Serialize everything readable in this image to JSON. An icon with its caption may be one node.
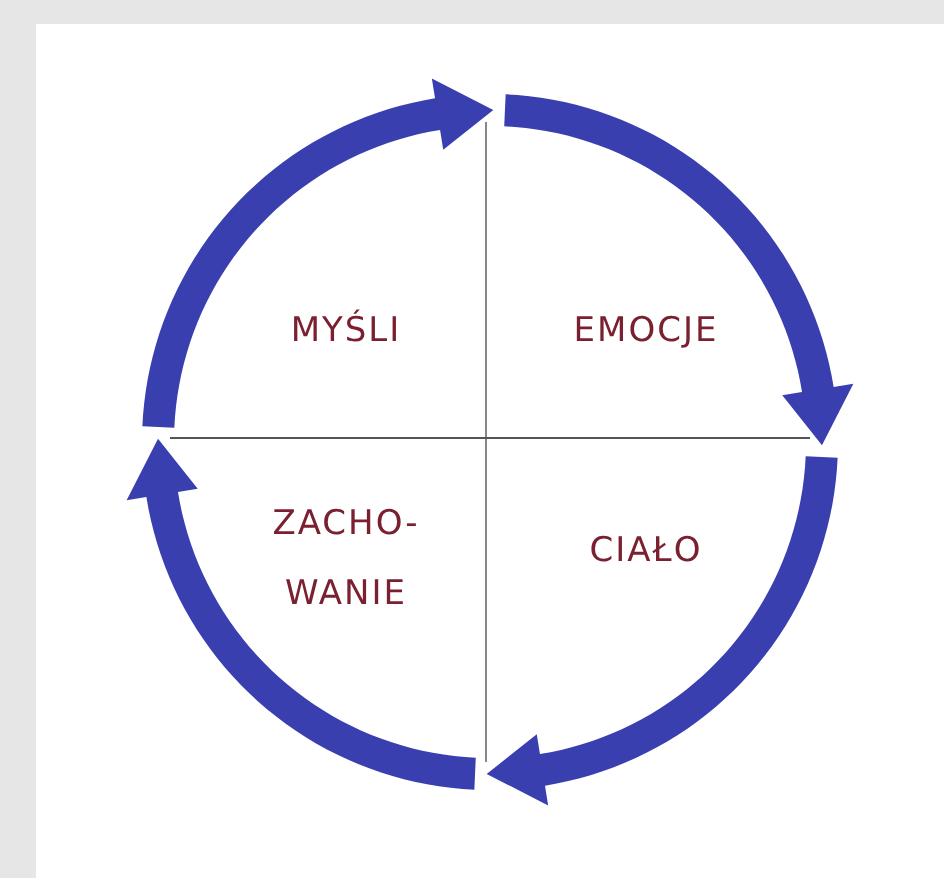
{
  "diagram": {
    "nodes": [
      {
        "text": [
          "MYŚLI"
        ]
      },
      {
        "text": [
          "EMOCJE"
        ]
      },
      {
        "text": [
          "CIAŁO"
        ]
      },
      {
        "text": [
          "ZACHO-WANIE"
        ]
      }
    ],
    "edges": [
      {
        "from": 0,
        "to": 1,
        "arrow": "to"
      },
      {
        "from": 1,
        "to": 2,
        "arrow": "to"
      },
      {
        "from": 2,
        "to": 3,
        "arrow": "to"
      },
      {
        "from": 3,
        "to": 0,
        "arrow": "to"
      }
    ]
  }
}
